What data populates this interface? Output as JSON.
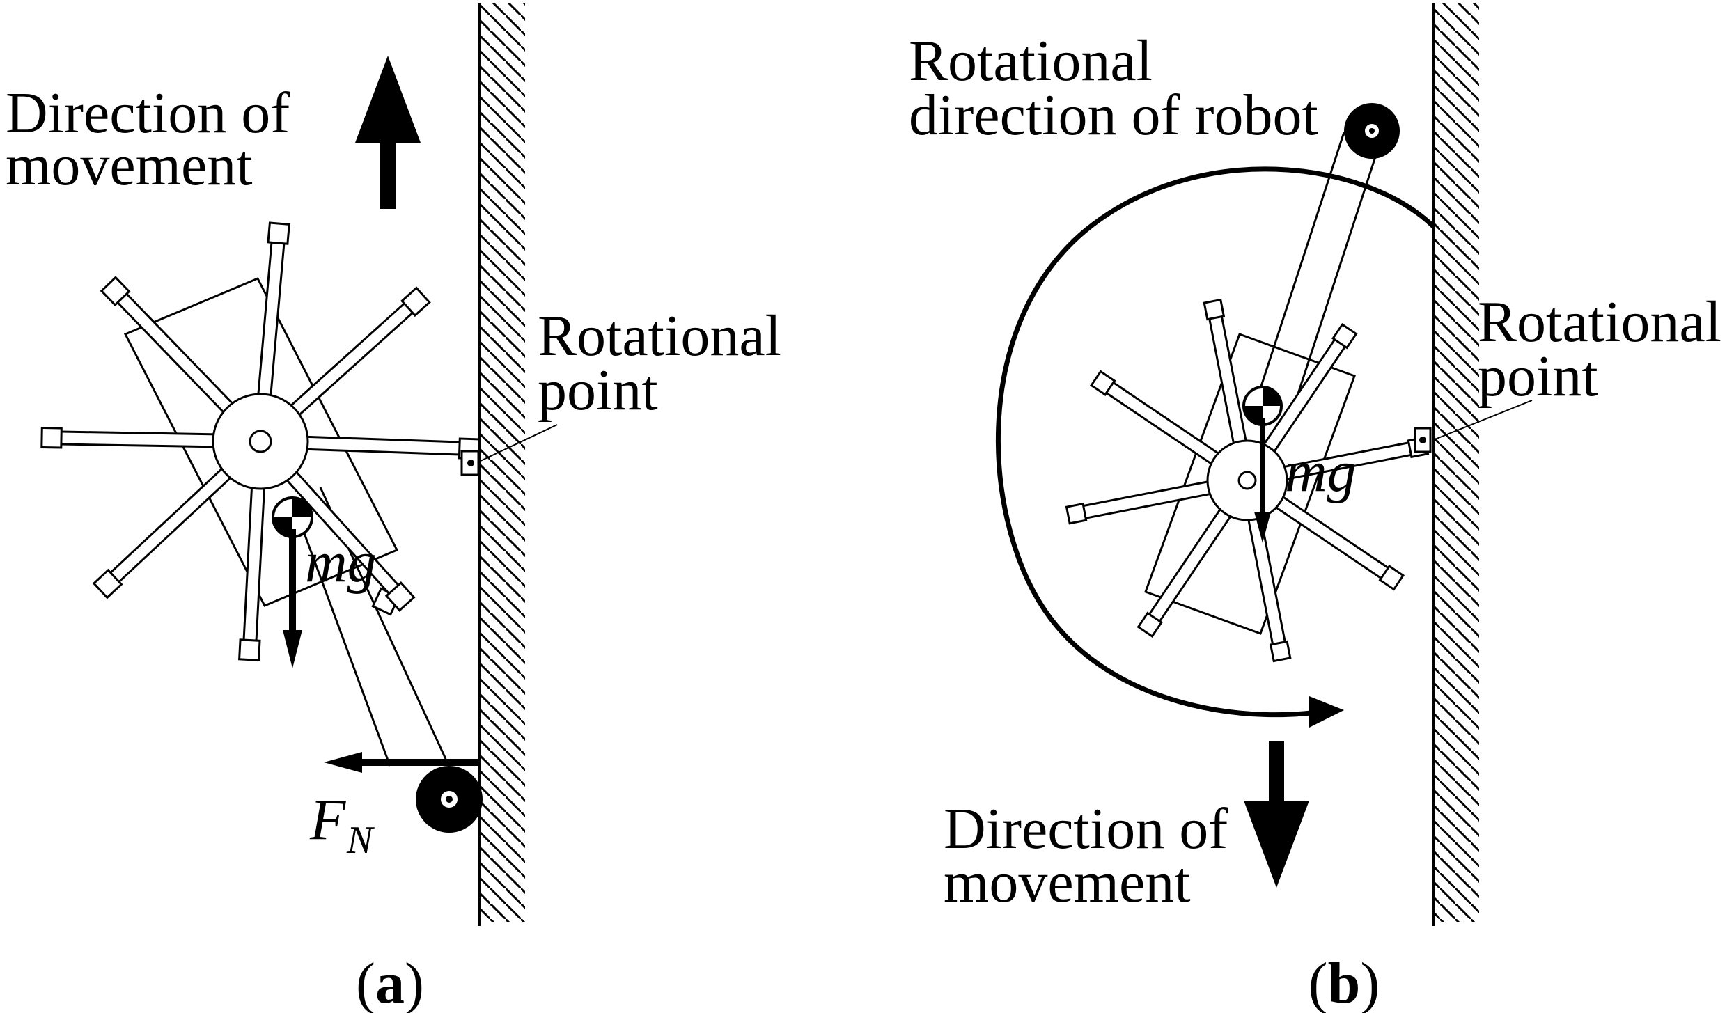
{
  "panel_a": {
    "direction_label_line1": "Direction of",
    "direction_label_line2": "movement",
    "rotational_point_line1": "Rotational",
    "rotational_point_line2": "point",
    "gravity_label": "mg",
    "normal_force_label": "F",
    "normal_force_subscript": "N",
    "caption_open": "(",
    "caption_letter": "a",
    "caption_close": ")"
  },
  "panel_b": {
    "rotation_label_line1": "Rotational",
    "rotation_label_line2": "direction of robot",
    "rotational_point_line1": "Rotational",
    "rotational_point_line2": "point",
    "gravity_label": "mg",
    "direction_label_line1": "Direction of",
    "direction_label_line2": "movement",
    "caption_open": "(",
    "caption_letter": "b",
    "caption_close": ")"
  },
  "colors": {
    "ink": "#000000",
    "paper": "#ffffff"
  }
}
